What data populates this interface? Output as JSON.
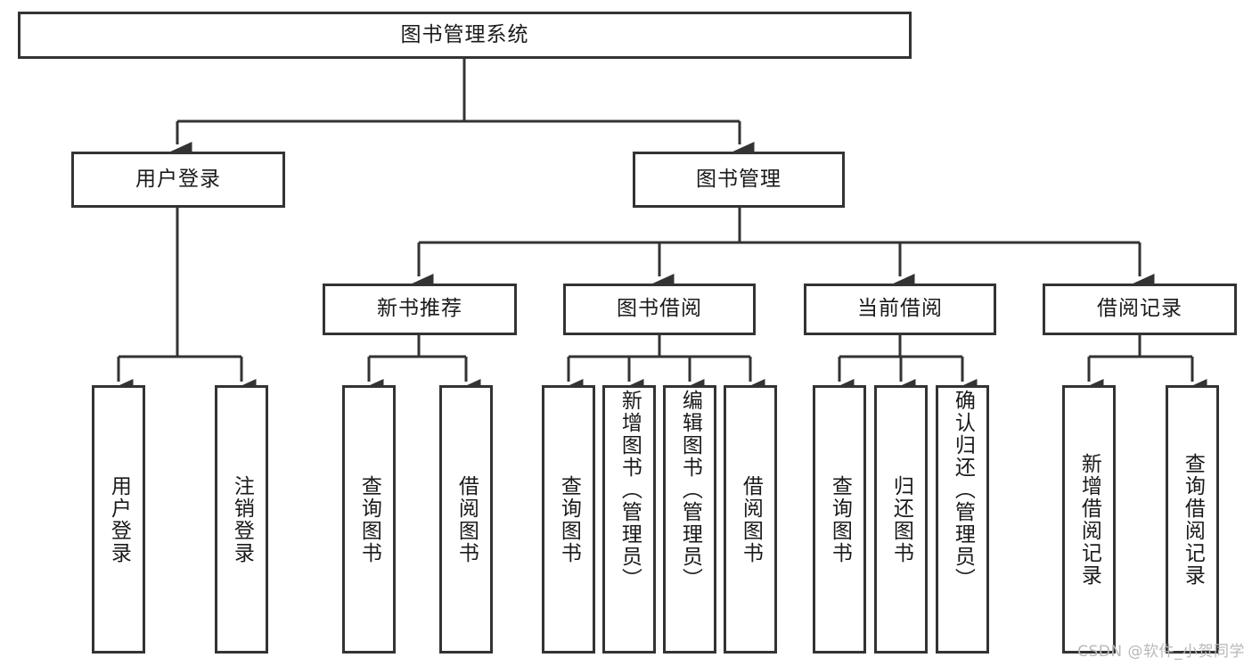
{
  "diagram": {
    "type": "tree",
    "title": "图书管理系统",
    "root": {
      "label": "图书管理系统"
    },
    "level2": [
      {
        "label": "用户登录"
      },
      {
        "label": "图书管理"
      }
    ],
    "level3": [
      {
        "label": "新书推荐"
      },
      {
        "label": "图书借阅"
      },
      {
        "label": "当前借阅"
      },
      {
        "label": "借阅记录"
      }
    ],
    "leaves": {
      "user_login": [
        {
          "label": "用户登录"
        },
        {
          "label": "注销登录"
        }
      ],
      "new_book_recommend": [
        {
          "label": "查询图书"
        },
        {
          "label": "借阅图书"
        }
      ],
      "book_borrow": [
        {
          "label": "查询图书"
        },
        {
          "label": "新增图书（管理员）"
        },
        {
          "label": "编辑图书（管理员）"
        },
        {
          "label": "借阅图书"
        }
      ],
      "current_borrow": [
        {
          "label": "查询图书"
        },
        {
          "label": "归还图书"
        },
        {
          "label": "确认归还（管理员）"
        }
      ],
      "borrow_record": [
        {
          "label": "新增借阅记录"
        },
        {
          "label": "查询借阅记录"
        }
      ]
    }
  },
  "watermark": {
    "text": "CSDN @软件_小贺同学"
  },
  "colors": {
    "stroke": "#333333",
    "fill": "#ffffff",
    "text": "#1a1a1a",
    "watermark": "#b8b8b8"
  }
}
